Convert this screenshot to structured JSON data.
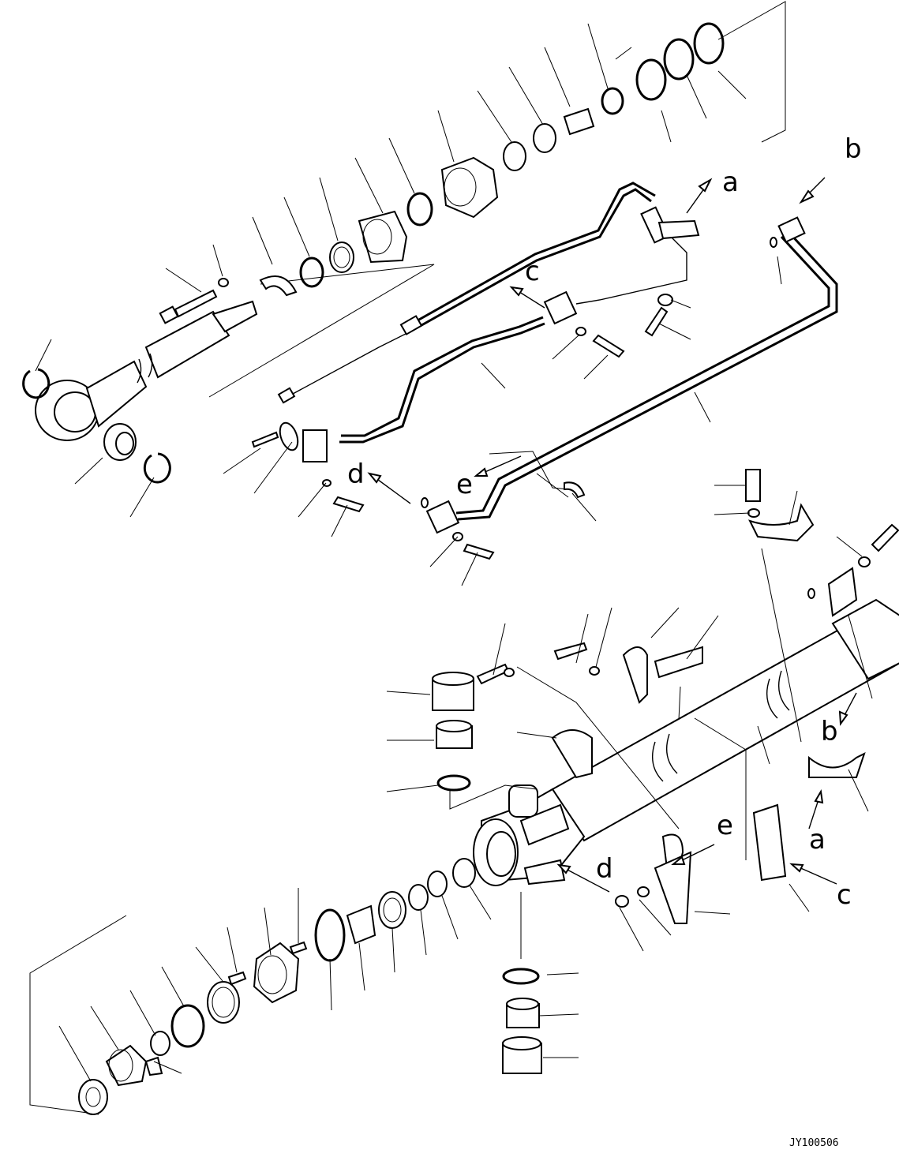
{
  "drawing_code": "JY100506",
  "callouts": {
    "a": "a",
    "b": "b",
    "c": "c",
    "d": "d",
    "e": "e"
  },
  "colors": {
    "line": "#000000",
    "background": "#ffffff"
  }
}
